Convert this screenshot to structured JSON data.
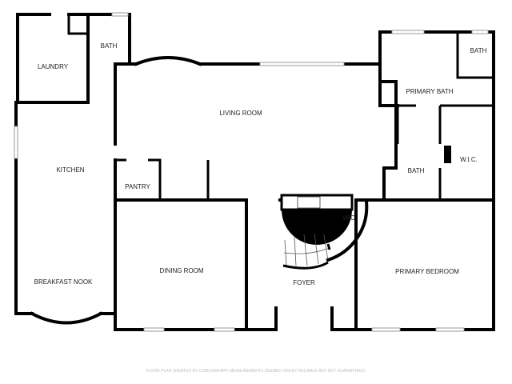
{
  "rooms": {
    "laundry": "LAUNDRY",
    "bath_1": "BATH",
    "living_room": "LIVING ROOM",
    "kitchen": "KITCHEN",
    "pantry": "PANTRY",
    "dining_room": "DINING ROOM",
    "breakfast_nook": "BREAKFAST NOOK",
    "foyer": "FOYER",
    "wic_1": "WIC",
    "primary_bedroom": "PRIMARY BEDROOM",
    "primary_bath": "PRIMARY BATH",
    "bath_2": "BATH",
    "bath_3": "BATH",
    "wic_2": "W.I.C."
  },
  "footer": "FLOOR PLAN CREATED BY CUBICASA APP. MEASUREMENTS DEEMED HIGHLY RELIABLE BUT NOT GUARANTEED."
}
